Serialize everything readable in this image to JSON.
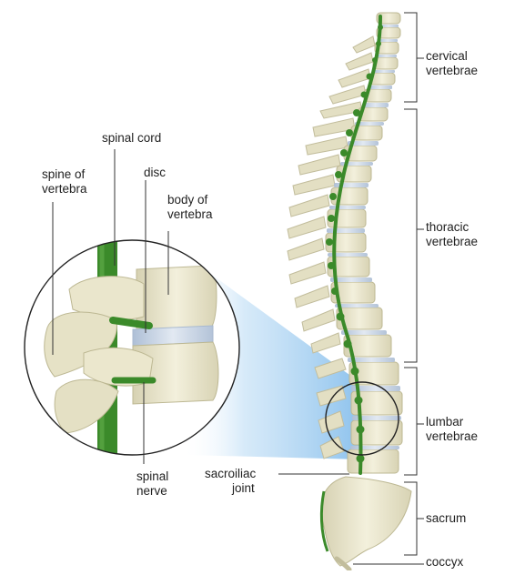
{
  "labels": {
    "spinal_cord": "spinal cord",
    "spine_of_vertebra": [
      "spine of",
      "vertebra"
    ],
    "disc": "disc",
    "body_of_vertebra": [
      "body of",
      "vertebra"
    ],
    "spinal_nerve": [
      "spinal",
      "nerve"
    ],
    "cervical": [
      "cervical",
      "vertebrae"
    ],
    "thoracic": [
      "thoracic",
      "vertebrae"
    ],
    "lumbar": [
      "lumbar",
      "vertebrae"
    ],
    "sacroiliac": [
      "sacroiliac",
      "joint"
    ],
    "sacrum": "sacrum",
    "coccyx": "coccyx"
  },
  "colors": {
    "bone": "#ece8cf",
    "bone_shadow": "#c9c4a4",
    "disc": "#c9d6e6",
    "nerve": "#3b8a2a",
    "magnifier_beam": "#9cc8ee",
    "line": "#333333"
  }
}
